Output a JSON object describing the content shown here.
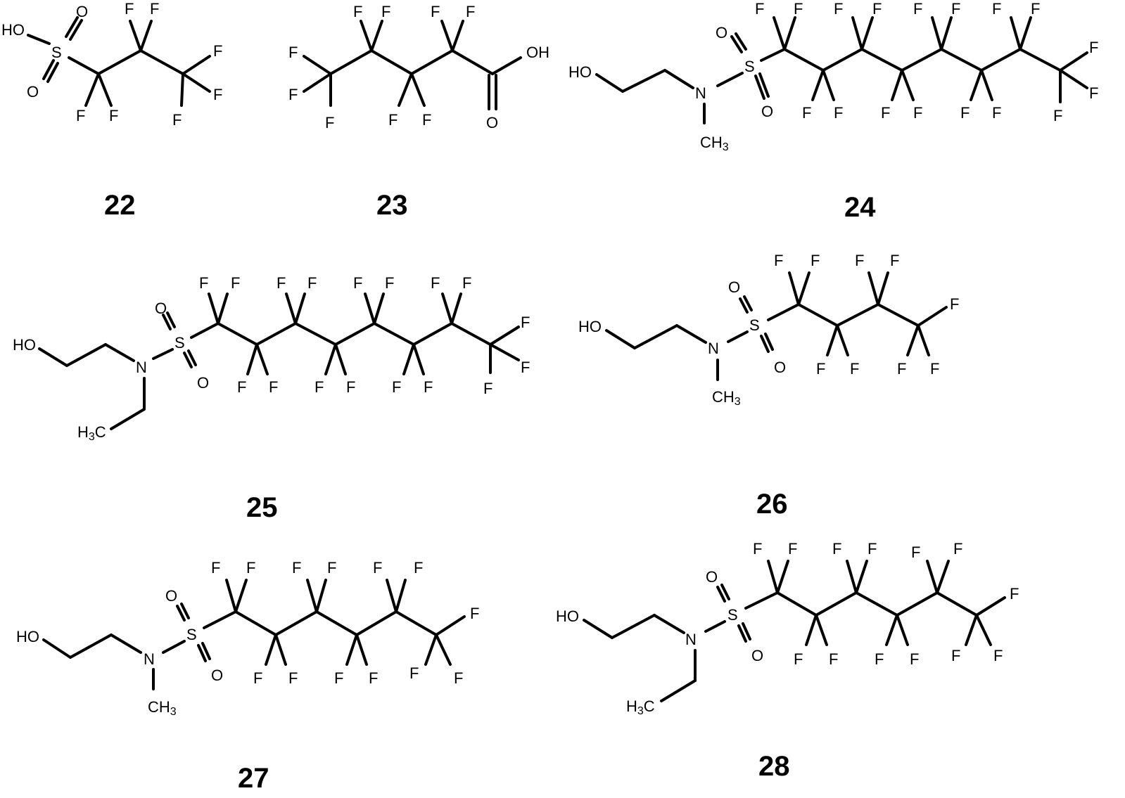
{
  "background": "#ffffff",
  "ink": "#000000",
  "structures": [
    {
      "id": "22",
      "label": "22",
      "atoms": {
        "ho": "HO",
        "s": "S",
        "o": "O",
        "f": "F"
      }
    },
    {
      "id": "23",
      "label": "23",
      "atoms": {
        "oh": "OH",
        "o": "O",
        "f": "F"
      }
    },
    {
      "id": "24",
      "label": "24",
      "atoms": {
        "ho": "HO",
        "n": "N",
        "s": "S",
        "o": "O",
        "f": "F",
        "me": "CH3"
      }
    },
    {
      "id": "25",
      "label": "25",
      "atoms": {
        "ho": "HO",
        "n": "N",
        "s": "S",
        "o": "O",
        "f": "F",
        "et": "H3C"
      }
    },
    {
      "id": "26",
      "label": "26",
      "atoms": {
        "ho": "HO",
        "n": "N",
        "s": "S",
        "o": "O",
        "f": "F",
        "me": "CH3"
      }
    },
    {
      "id": "27",
      "label": "27",
      "atoms": {
        "ho": "HO",
        "n": "N",
        "s": "S",
        "o": "O",
        "f": "F",
        "me": "CH3"
      }
    },
    {
      "id": "28",
      "label": "28",
      "atoms": {
        "ho": "HO",
        "n": "N",
        "s": "S",
        "o": "O",
        "f": "F",
        "et": "H3C"
      }
    }
  ]
}
